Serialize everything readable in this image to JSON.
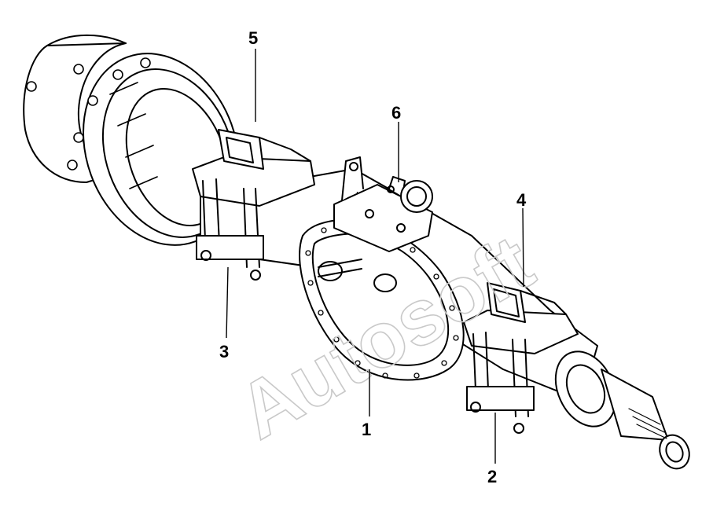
{
  "watermark": "Autosoft",
  "callouts": [
    {
      "label": "1"
    },
    {
      "label": "2"
    },
    {
      "label": "3"
    },
    {
      "label": "4"
    },
    {
      "label": "5"
    },
    {
      "label": "6"
    }
  ]
}
